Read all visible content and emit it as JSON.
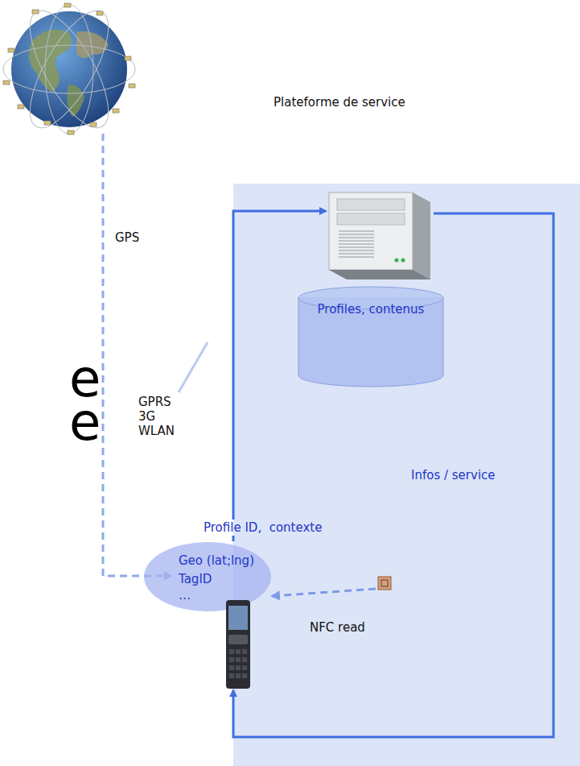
{
  "diagram": {
    "nodes": [
      {
        "text": [
          "Plateforme de service"
        ]
      },
      {
        "text": [
          "Profiles, contenus"
        ]
      },
      {
        "text": [
          "Geo (lat;lng)",
          "TagID",
          "…"
        ]
      },
      {
        "text": [
          "NFC read"
        ]
      }
    ],
    "edges": [
      {
        "from": 2,
        "to": 0,
        "label": "Profile ID,  contexte",
        "arrow": "to"
      },
      {
        "from": 0,
        "to": 2,
        "label": "Infos / service",
        "arrow": "to"
      },
      {
        "from": 3,
        "to": 2,
        "arrow": "to"
      }
    ],
    "labels": [
      "GPS",
      "GPRS 3G WLAN",
      "e",
      "e"
    ]
  }
}
